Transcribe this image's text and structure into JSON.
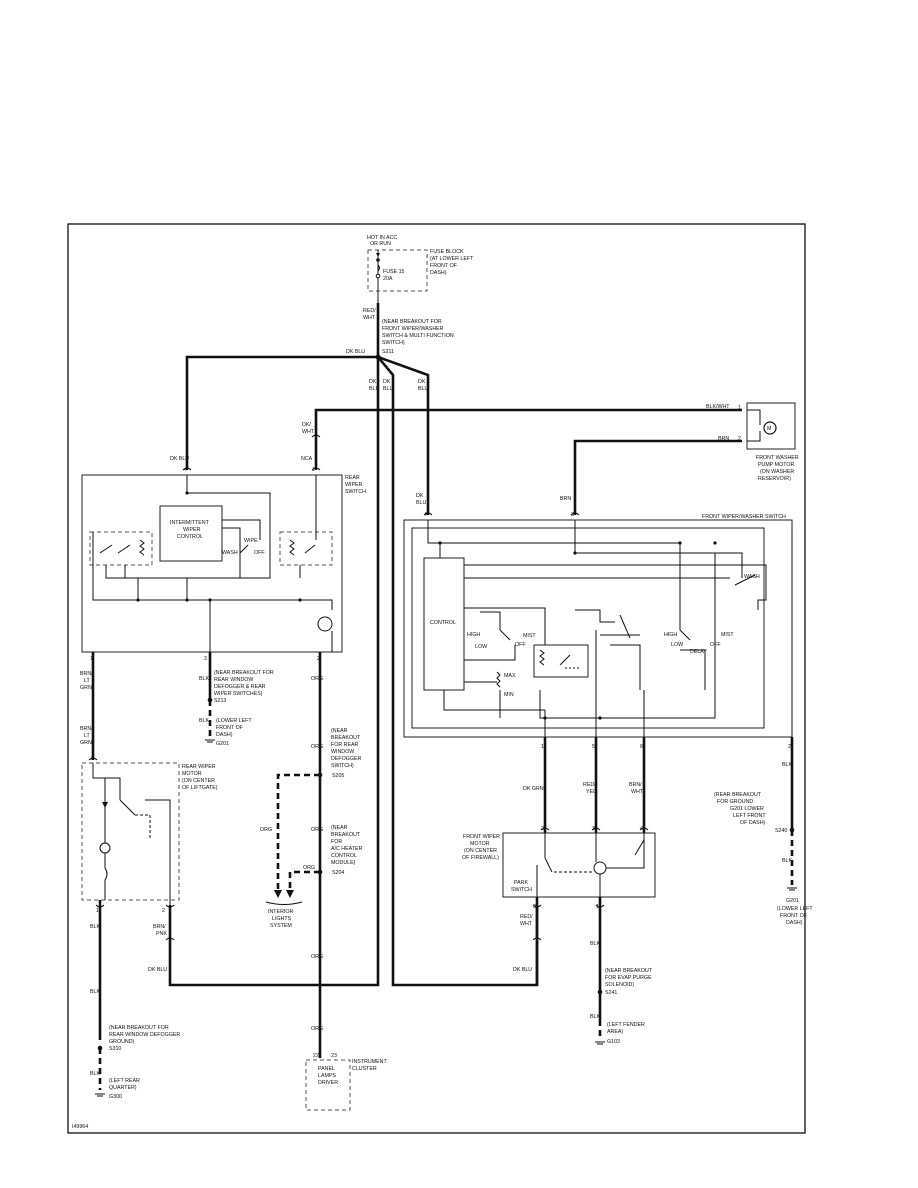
{
  "figure_id": "I49964",
  "labels": {
    "not_in_acc": "HOT IN ACC",
    "or_run": "OR RUN",
    "fuse_block_1": "FUSE BLOCK",
    "fuse_block_2": "(AT LOWER LEFT",
    "fuse_block_3": "FRONT OF",
    "fuse_block_4": "DASH)",
    "fuse_1": "FUSE 15",
    "fuse_2": "20A",
    "red_wht_1": "RED/",
    "red_wht_2": "WHT",
    "s211_note_1": "(NEAR BREAKOUT FOR",
    "s211_note_2": "FRONT WIPER/WASHER",
    "s211_note_3": "SWITCH & MULTI FUNCTION",
    "s211_note_4": "SWITCH)",
    "s211": "S211",
    "dk_blu": "DK BLU",
    "dk": "DK",
    "blu": "BLU",
    "blk_wht": "BLK/WHT",
    "brn": "BRN",
    "pump_1": "FRONT WASHER",
    "pump_2": "PUMP MOTOR",
    "pump_3": "(ON WASHER",
    "pump_4": "RESERVOIR)",
    "dk_blu_wht_1": "DK/",
    "dk_blu_wht_2": "WHT",
    "nca": "NCA",
    "rear_switch_1": "REAR",
    "rear_switch_2": "WIPER",
    "rear_switch_3": "SWITCH",
    "int_1": "INTERMITTENT",
    "int_2": "WIPER",
    "int_3": "CONTROL",
    "wipe": "WIPE",
    "wash": "WASH",
    "off": "OFF",
    "front_switch": "FRONT WIPER/WASHER SWITCH",
    "control": "CONTROL",
    "high": "HIGH",
    "low": "LOW",
    "mist": "MIST",
    "max": "MAX",
    "min": "MIN",
    "delay": "DELAY",
    "brn_lt_grn_1": "BRN/",
    "brn_lt_grn_2": "LT",
    "brn_lt_grn_3": "GRN",
    "blk": "BLK",
    "org": "ORG",
    "s213_note_1": "(NEAR BREAKOUT FOR",
    "s213_note_2": "REAR WINDOW",
    "s213_note_3": "DEFOGGER & REAR",
    "s213_note_4": "WIPER SWITCHES)",
    "s213": "S213",
    "g201_note_1": "(LOWER LEFT",
    "g201_note_2": "FRONT OF",
    "g201_note_3": "DASH)",
    "g201": "G201",
    "s205_note_1": "(NEAR",
    "s205_note_2": "BREAKOUT",
    "s205_note_3": "FOR REAR",
    "s205_note_4": "WINDOW",
    "s205_note_5": "DEFOGGER",
    "s205_note_6": "SWITCH)",
    "s205": "S205",
    "s204_note_1": "(NEAR",
    "s204_note_2": "BREAKOUT",
    "s204_note_3": "FOR",
    "s204_note_4": "A/C HEATER",
    "s204_note_5": "CONTROL",
    "s204_note_6": "MODULE)",
    "s204": "S204",
    "interior_1": "INTERIOR",
    "interior_2": "LIGHTS",
    "interior_3": "SYSTEM",
    "rear_motor_1": "REAR WIPER",
    "rear_motor_2": "MOTOR",
    "rear_motor_3": "(ON CENTER",
    "rear_motor_4": "OF LIFTGATE)",
    "brn_pnk_1": "BRN/",
    "brn_pnk_2": "PNK",
    "dk_grn": "DK GRN",
    "red_yel_1": "RED/",
    "red_yel_2": "YEL",
    "brn_wht_1": "BRN/",
    "brn_wht_2": "WHT",
    "s240_note_1": "(REAR BREAKOUT",
    "s240_note_2": "FOR GROUND",
    "s240_note_3": "G201 LOWER",
    "s240_note_4": "LEFT FRONT",
    "s240_note_5": "OF DASH)",
    "s240": "S240",
    "g201b_1": "(LOWER LEFT",
    "g201b_2": "FRONT OF",
    "g201b_3": "DASH)",
    "front_motor_1": "FRONT WIPER",
    "front_motor_2": "MOTOR",
    "front_motor_3": "(ON CENTER",
    "front_motor_4": "OF FIREWALL)",
    "park_1": "PARK",
    "park_2": "SWITCH",
    "red_wht_b_1": "RED/",
    "red_wht_b_2": "WHT",
    "s241_note_1": "(NEAR BREAKOUT",
    "s241_note_2": "FOR EVAP PURGE",
    "s241_note_3": "SOLENOID)",
    "s241": "S241",
    "g103_note_1": "(LEFT FENDER",
    "g103_note_2": "AREA)",
    "g103": "G103",
    "s310_note_1": "(NEAR BREAKOUT FOR",
    "s310_note_2": "REAR WINDOW DEFOGGER",
    "s310_note_3": "GROUND)",
    "s310": "S310",
    "g300_note_1": "(LEFT REAR",
    "g300_note_2": "QUARTER)",
    "g300": "G300",
    "panel_1": "PANEL",
    "panel_2": "LAMPS",
    "panel_3": "DRIVER",
    "instrument_1": "INSTRUMENT",
    "instrument_2": "CLUSTER"
  },
  "pins": {
    "p1": "1",
    "p2": "2",
    "p3": "3",
    "p4": "4",
    "p5": "5",
    "p6": "6",
    "p22": "22",
    "p23": "23"
  }
}
